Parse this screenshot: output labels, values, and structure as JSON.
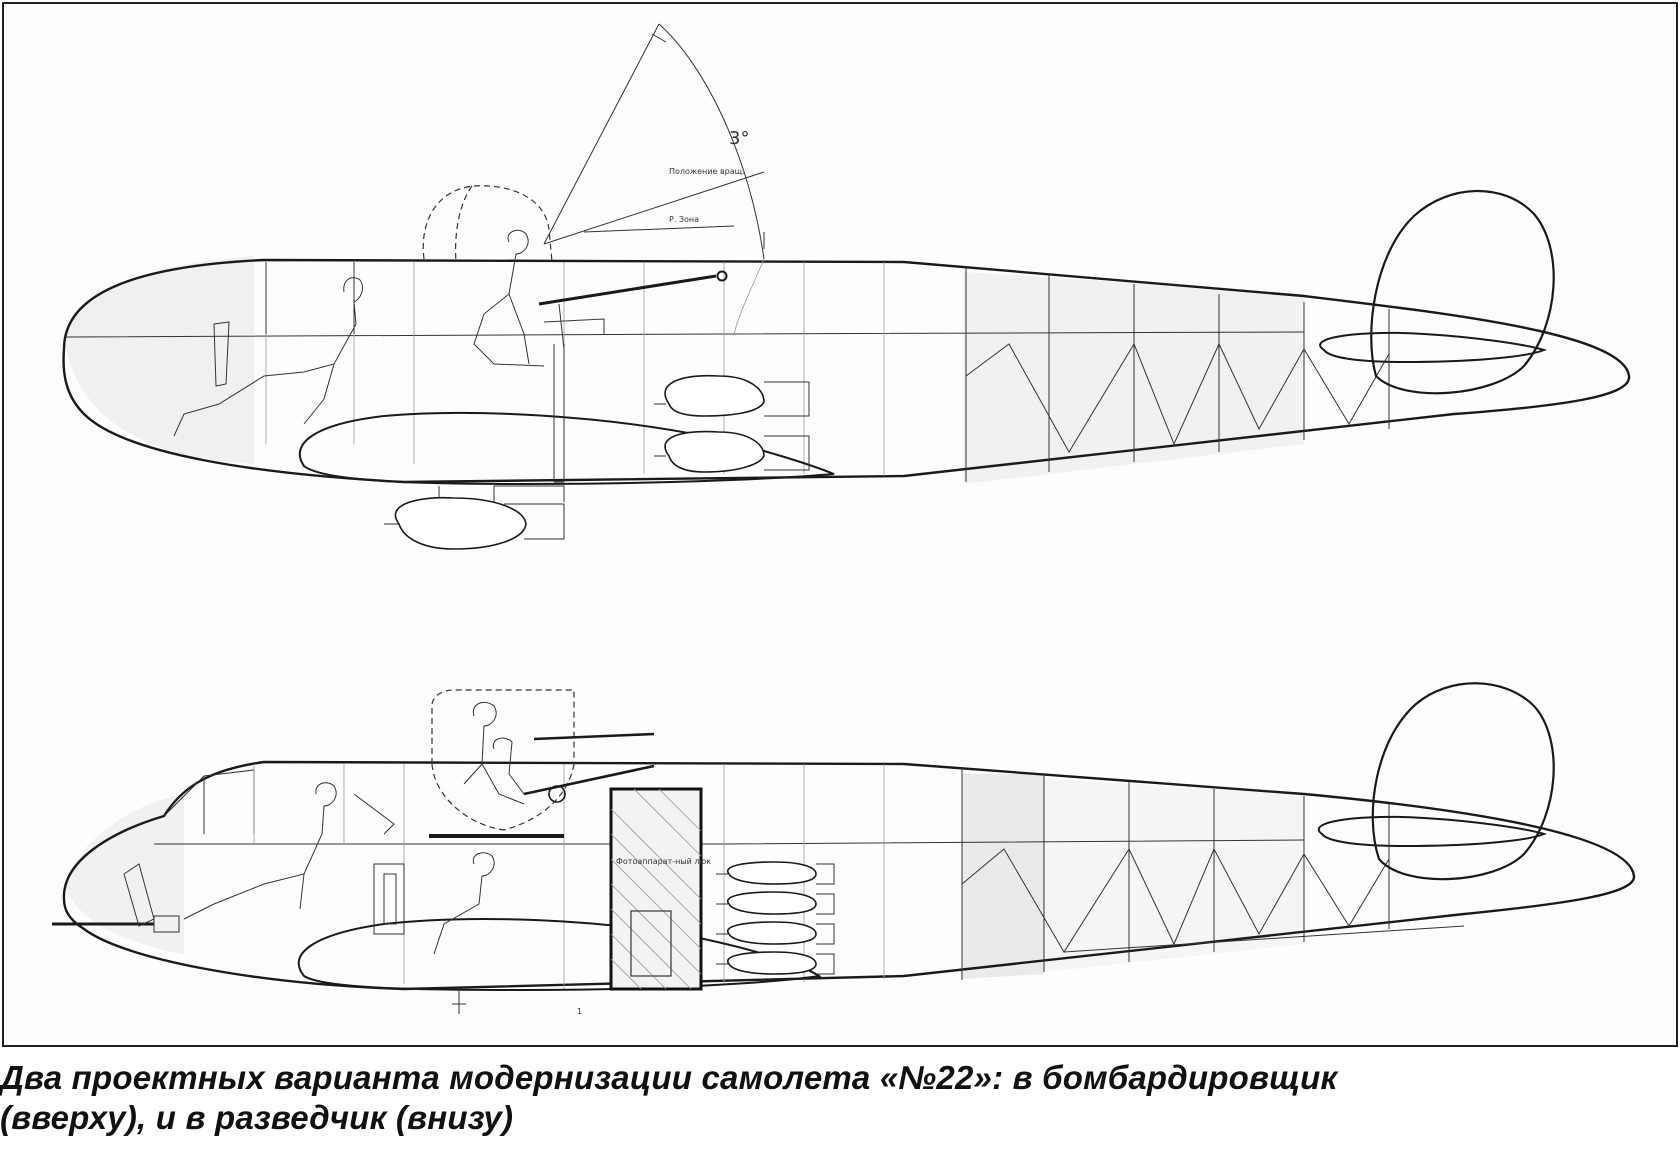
{
  "figure": {
    "caption_line1": "Два проектных варианта модернизации самолета «№22»: в бомбардировщик",
    "caption_line2": "(вверху), и в разведчик (внизу)",
    "top_label_1": "Положение вращ.",
    "top_label_2": "Р. Зона",
    "top_label_angle": "3°",
    "bottom_label_cabinet": "Фотоаппарат-ный люк",
    "bottom_small_mark": "1"
  },
  "views": [
    {
      "name": "bomber",
      "position": "top"
    },
    {
      "name": "reconnaissance",
      "position": "bottom"
    }
  ],
  "colors": {
    "ink": "#1a1a1a",
    "shade": "#e6e6e6",
    "paper": "#fdfdfd"
  }
}
